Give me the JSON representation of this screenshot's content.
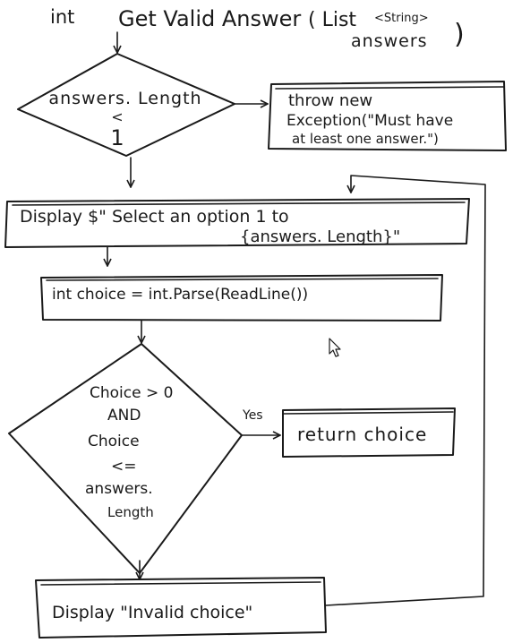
{
  "signature": {
    "return_type": "int",
    "method": "Get Valid Answer",
    "param_line1": "( List",
    "param_generic": "<String>",
    "param_line2": "answers",
    "close_paren": ")"
  },
  "decision_length": {
    "line1": "answers. Length",
    "line2": "<",
    "line3": "1"
  },
  "throw_box": {
    "line1": "throw new",
    "line2": "Exception(\"Must have",
    "line3": "at least one answer.\")"
  },
  "display_prompt": {
    "line1": "Display $\" Select an option 1 to",
    "line2": "{answers. Length}\""
  },
  "parse_box": {
    "text": "int choice = int.Parse(ReadLine())"
  },
  "decision_choice": {
    "line1": "Choice > 0",
    "line2": "AND",
    "line3": "Choice",
    "line4": "<=",
    "line5": "answers.",
    "line6": "Length",
    "yes_label": "Yes"
  },
  "return_box": {
    "text": "return choice"
  },
  "invalid_box": {
    "text": "Display \"Invalid choice\""
  },
  "colors": {
    "ink": "#1a1a1a",
    "background": "#ffffff"
  },
  "icons": {
    "cursor": "mouse-pointer-icon"
  }
}
